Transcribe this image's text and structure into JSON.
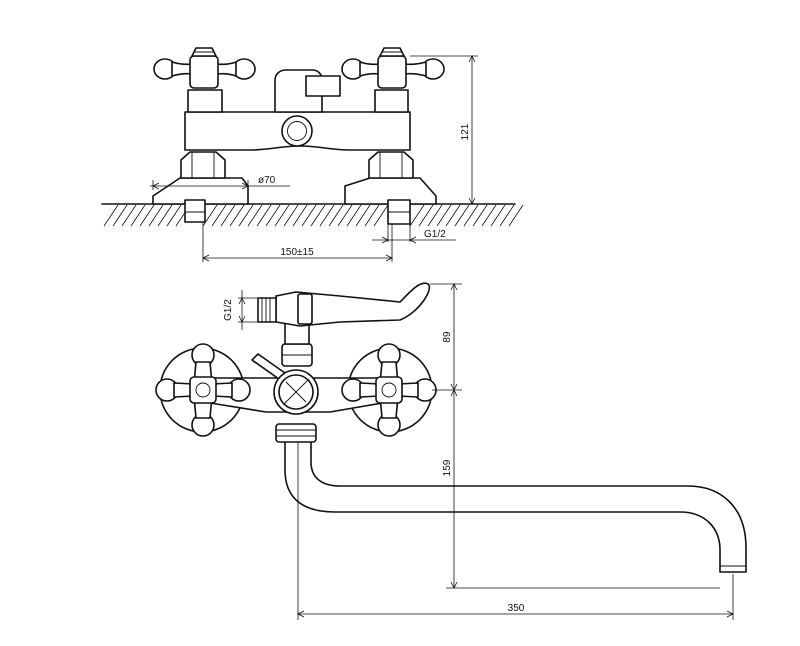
{
  "dimensions": {
    "height_top": "121",
    "flange_diameter": "ø70",
    "thread_top": "G1/2",
    "center_distance": "150±15",
    "thread_side": "G1/2",
    "head_height": "89",
    "spout_drop": "159",
    "spout_length": "350"
  }
}
